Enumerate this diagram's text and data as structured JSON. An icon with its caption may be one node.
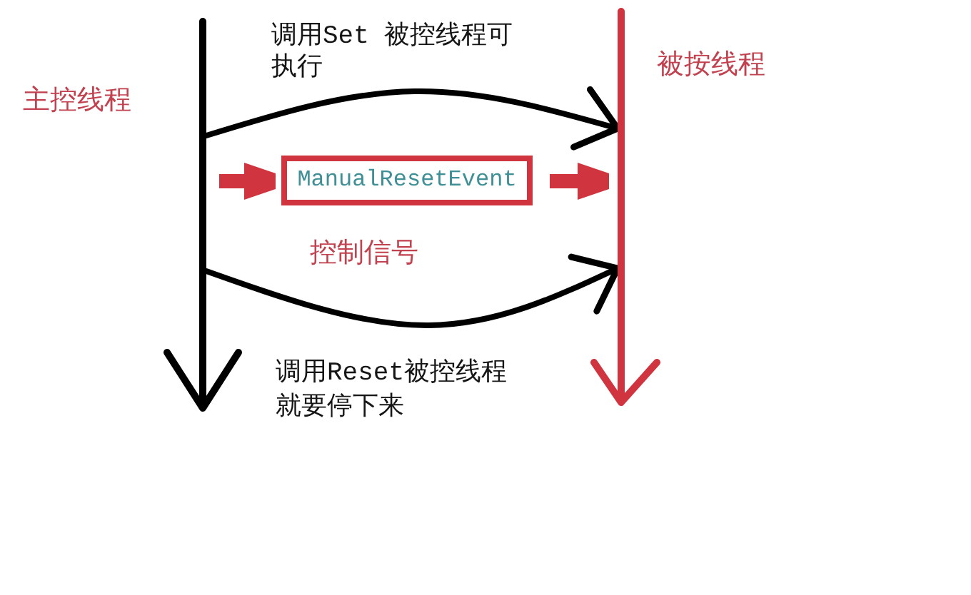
{
  "diagram": {
    "nodes": [
      {
        "text": [],
        "shape": "arrow",
        "beside": [
          "主控线程"
        ]
      },
      {
        "text": [],
        "shape": "arrow",
        "beside": [
          "被按线程"
        ]
      },
      {
        "text": [
          "ManualResetEvent"
        ],
        "beside": [
          "控制信号"
        ]
      }
    ],
    "edges": [
      {
        "from": 0,
        "to": 1,
        "arrow": "to",
        "label": "调用Set 被控线程可执行"
      },
      {
        "from": 0,
        "to": 2,
        "arrow": "to",
        "style": "thick",
        "color": "#d0343f"
      },
      {
        "from": 2,
        "to": 1,
        "arrow": "to",
        "style": "thick",
        "color": "#d0343f"
      },
      {
        "from": 0,
        "to": 1,
        "arrow": "to",
        "label": "调用Reset被控线程就要停下来"
      }
    ]
  }
}
